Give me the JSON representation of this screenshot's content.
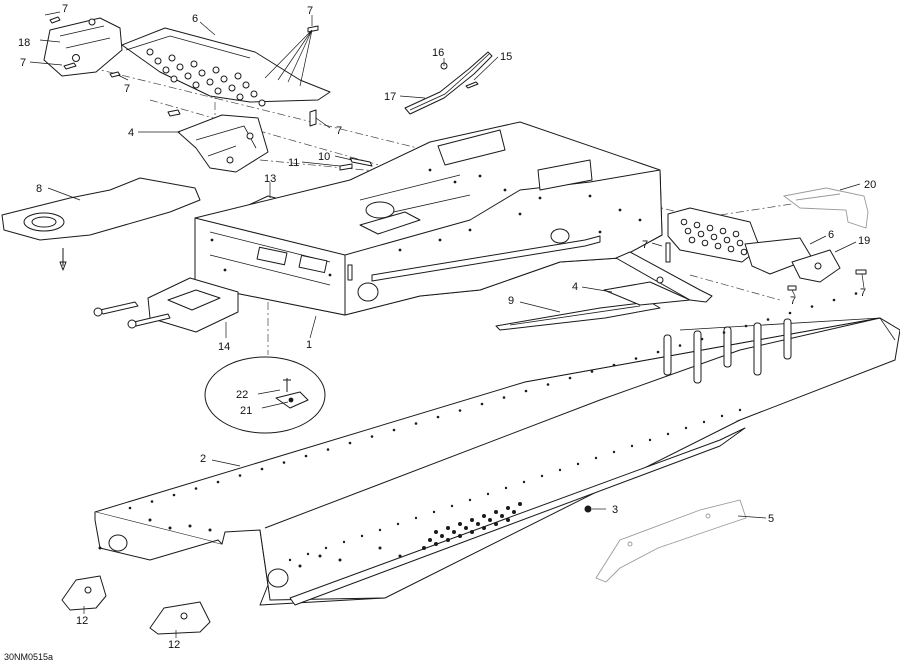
{
  "diagram": {
    "reference_code": "30NM0515a",
    "callouts": [
      {
        "id": "c7a",
        "label": "7"
      },
      {
        "id": "c18",
        "label": "18"
      },
      {
        "id": "c6a",
        "label": "6"
      },
      {
        "id": "c7b",
        "label": "7"
      },
      {
        "id": "c7c",
        "label": "7"
      },
      {
        "id": "c7d",
        "label": "7"
      },
      {
        "id": "c16",
        "label": "16"
      },
      {
        "id": "c15",
        "label": "15"
      },
      {
        "id": "c17",
        "label": "17"
      },
      {
        "id": "c4a",
        "label": "4"
      },
      {
        "id": "c7e",
        "label": "7"
      },
      {
        "id": "c11",
        "label": "11"
      },
      {
        "id": "c10",
        "label": "10"
      },
      {
        "id": "c8",
        "label": "8"
      },
      {
        "id": "c13",
        "label": "13"
      },
      {
        "id": "c20",
        "label": "20"
      },
      {
        "id": "c6b",
        "label": "6"
      },
      {
        "id": "c7f",
        "label": "7"
      },
      {
        "id": "c19",
        "label": "19"
      },
      {
        "id": "c4b",
        "label": "4"
      },
      {
        "id": "c7g",
        "label": "7"
      },
      {
        "id": "c7h",
        "label": "7"
      },
      {
        "id": "c9",
        "label": "9"
      },
      {
        "id": "c14",
        "label": "14"
      },
      {
        "id": "c1",
        "label": "1"
      },
      {
        "id": "c22",
        "label": "22"
      },
      {
        "id": "c21",
        "label": "21"
      },
      {
        "id": "c2",
        "label": "2"
      },
      {
        "id": "c3",
        "label": "3"
      },
      {
        "id": "c5",
        "label": "5"
      },
      {
        "id": "c12a",
        "label": "12"
      },
      {
        "id": "c12b",
        "label": "12"
      }
    ]
  }
}
